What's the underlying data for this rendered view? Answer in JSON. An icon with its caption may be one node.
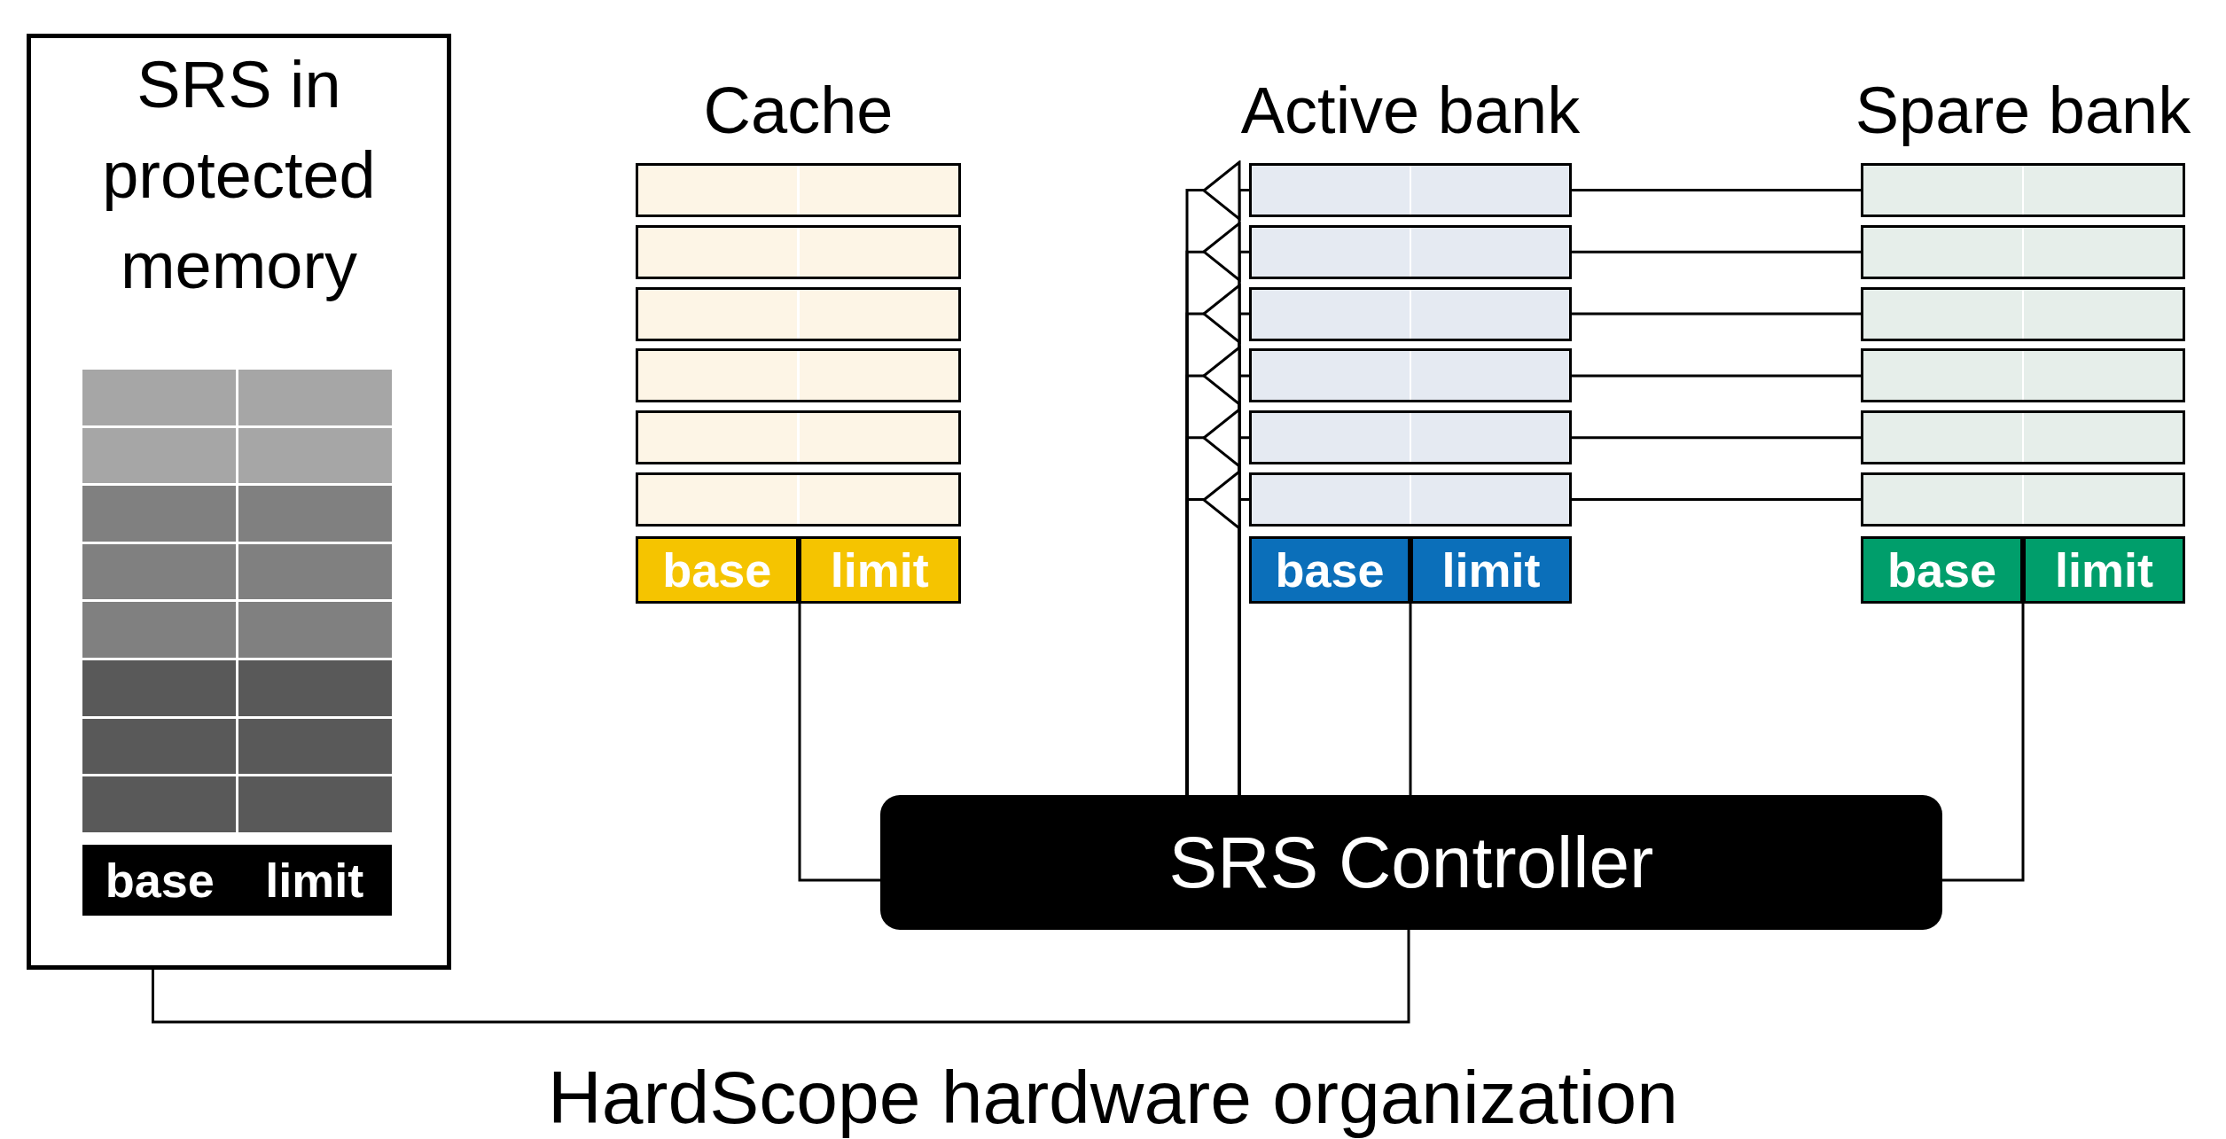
{
  "diagram": {
    "caption": "HardScope hardware organization",
    "nodes": [
      {
        "text": [
          "SRS in protected memory"
        ]
      },
      {
        "text": [
          "base",
          "limit"
        ],
        "in": 0
      },
      {
        "text": [
          "base",
          "limit"
        ]
      },
      {
        "text": [
          "base",
          "limit"
        ]
      },
      {
        "text": [],
        "shape": "bar"
      },
      {
        "text": [],
        "shape": "bar"
      },
      {
        "text": [],
        "shape": "bar"
      },
      {
        "text": [],
        "shape": "bar"
      },
      {
        "text": [],
        "shape": "bar"
      },
      {
        "text": [],
        "shape": "bar"
      },
      {
        "text": [
          "base",
          "limit"
        ]
      },
      {
        "text": [],
        "shape": "bar"
      },
      {
        "text": [],
        "shape": "bar"
      },
      {
        "text": [],
        "shape": "bar"
      },
      {
        "text": [],
        "shape": "bar"
      },
      {
        "text": [],
        "shape": "bar"
      },
      {
        "text": [],
        "shape": "bar"
      },
      {
        "text": [],
        "shape": "triangle"
      },
      {
        "text": [],
        "shape": "triangle"
      },
      {
        "text": [],
        "shape": "triangle"
      },
      {
        "text": [],
        "shape": "triangle"
      },
      {
        "text": [],
        "shape": "triangle"
      },
      {
        "text": [],
        "shape": "triangle"
      },
      {
        "text": [
          "SRS Controller"
        ]
      },
      {
        "text": [],
        "shape": "bar"
      },
      {
        "text": [],
        "shape": "bar"
      },
      {
        "text": [],
        "shape": "bar"
      },
      {
        "text": [],
        "shape": "bar"
      },
      {
        "text": [],
        "shape": "bar"
      },
      {
        "text": [],
        "shape": "bar"
      }
    ],
    "labels": [
      "Cache",
      "Active bank",
      "Spare bank"
    ],
    "edges": [
      {
        "from": 2,
        "to": 23,
        "arrow": "none"
      },
      {
        "from": 3,
        "to": 23,
        "arrow": "none"
      },
      {
        "from": 10,
        "to": 23,
        "arrow": "none"
      },
      {
        "from": 0,
        "to": 23,
        "arrow": "none"
      },
      {
        "from": 4,
        "to": 11,
        "arrow": "none"
      },
      {
        "from": 5,
        "to": 12,
        "arrow": "none"
      },
      {
        "from": 6,
        "to": 13,
        "arrow": "none"
      },
      {
        "from": 7,
        "to": 14,
        "arrow": "none"
      },
      {
        "from": 8,
        "to": 15,
        "arrow": "none"
      },
      {
        "from": 9,
        "to": 16,
        "arrow": "none"
      },
      {
        "from": 17,
        "to": 23,
        "arrow": "none"
      },
      {
        "from": 18,
        "to": 23,
        "arrow": "none"
      },
      {
        "from": 19,
        "to": 23,
        "arrow": "none"
      },
      {
        "from": 20,
        "to": 23,
        "arrow": "none"
      },
      {
        "from": 21,
        "to": 23,
        "arrow": "none"
      },
      {
        "from": 22,
        "to": 23,
        "arrow": "none"
      },
      {
        "from": 4,
        "to": 23,
        "arrow": "none"
      },
      {
        "from": 5,
        "to": 23,
        "arrow": "none"
      },
      {
        "from": 6,
        "to": 23,
        "arrow": "none"
      },
      {
        "from": 7,
        "to": 23,
        "arrow": "none"
      },
      {
        "from": 8,
        "to": 23,
        "arrow": "none"
      },
      {
        "from": 9,
        "to": 23,
        "arrow": "none"
      }
    ]
  }
}
